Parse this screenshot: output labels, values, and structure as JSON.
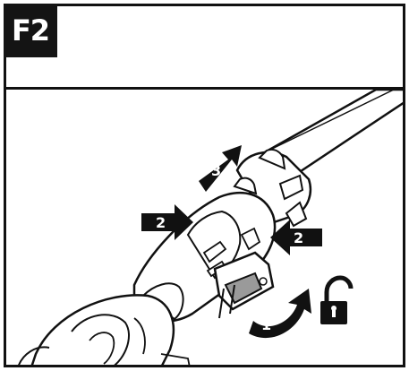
{
  "figure": {
    "label": "F2"
  },
  "steps": {
    "step1": "1",
    "step2_left": "2",
    "step2_right": "2",
    "step3": "3"
  },
  "icons": {
    "unlock": "open-padlock-icon"
  },
  "colors": {
    "ink": "#111111",
    "label_bg": "#141414",
    "paper": "#ffffff",
    "shade": "#9a9a9a"
  }
}
